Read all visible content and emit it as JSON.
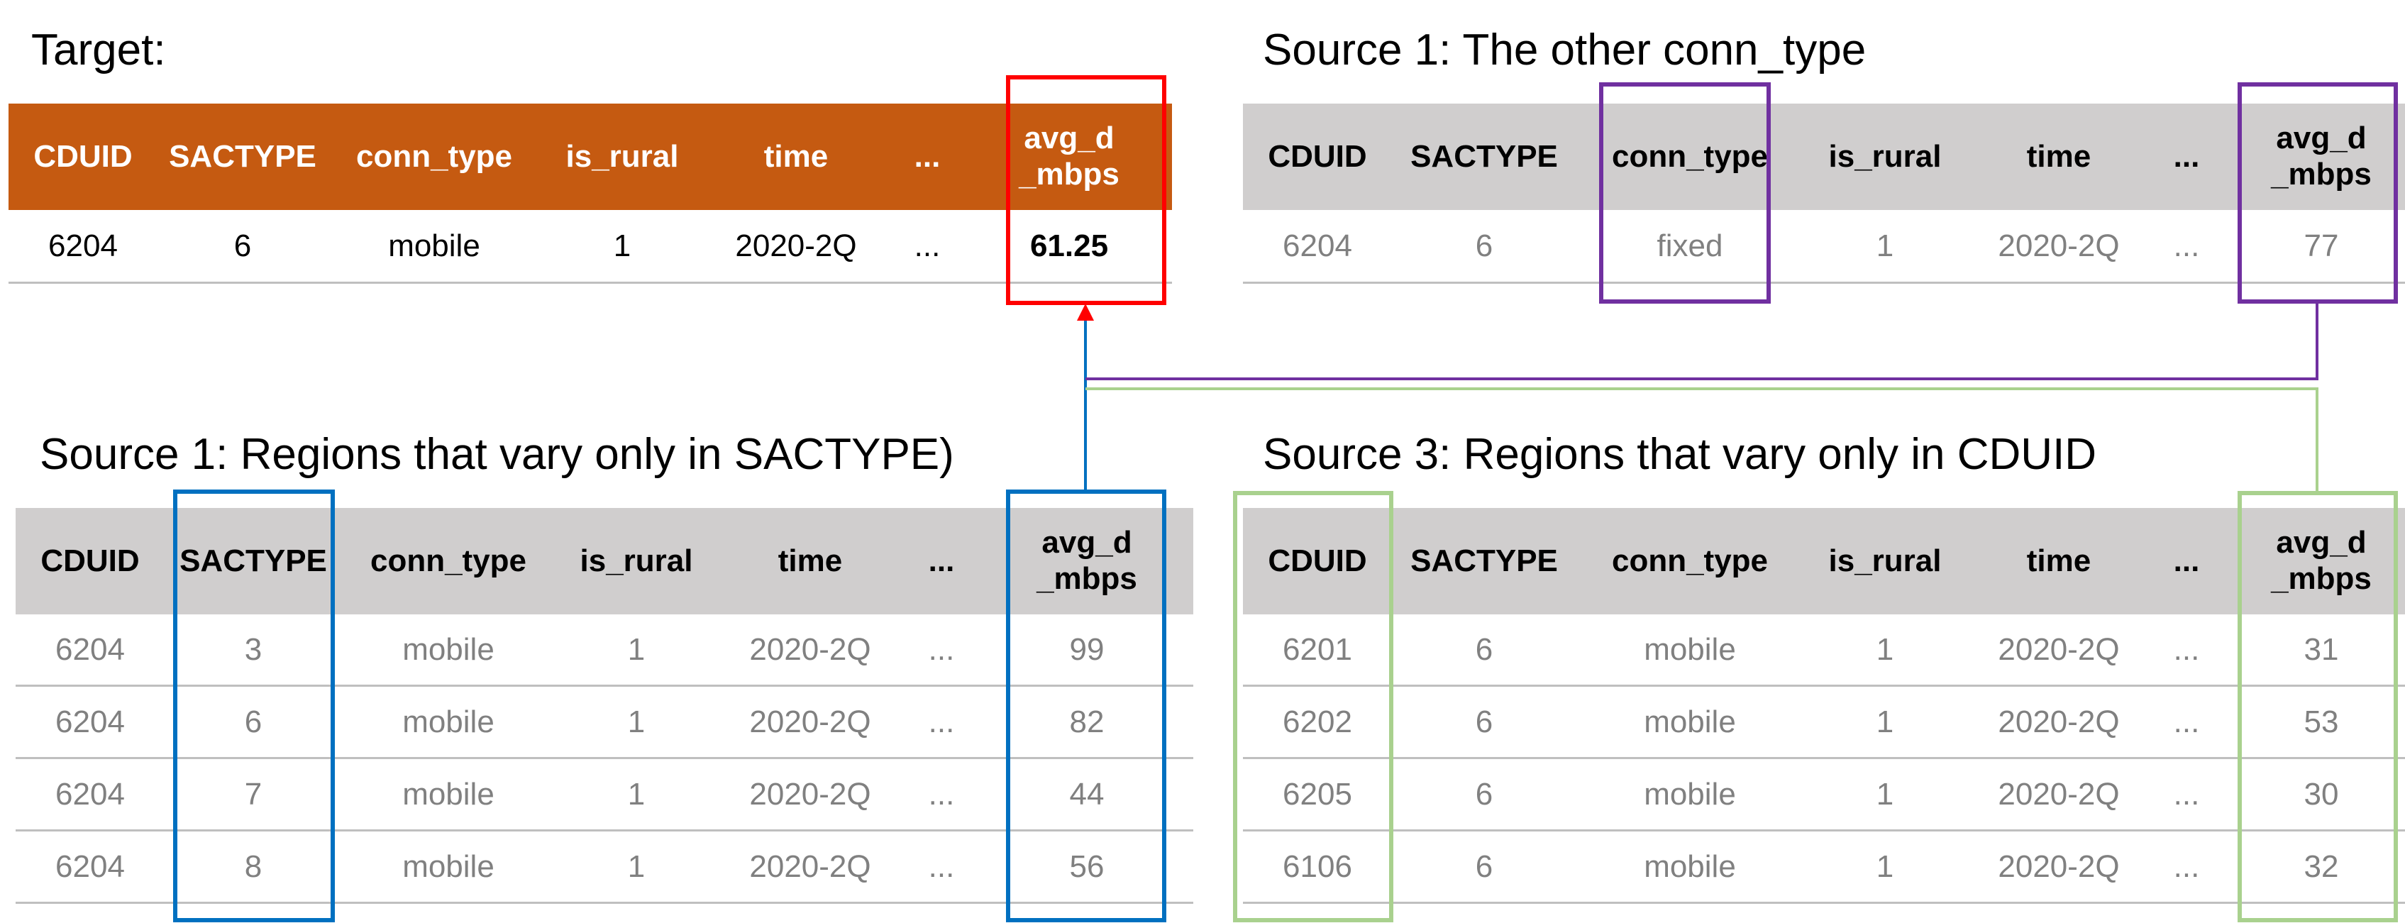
{
  "colors": {
    "target_header_bg": "#c55a11",
    "source_header_bg": "#d0cece",
    "target_text": "#000000",
    "source_text": "#808080",
    "highlight_red": "#ff0000",
    "highlight_purple": "#7030a0",
    "highlight_blue": "#0070c0",
    "highlight_green": "#a9d18e"
  },
  "target": {
    "title": "Target:",
    "headers": [
      "CDUID",
      "SACTYPE",
      "conn_type",
      "is_rural",
      "time",
      "...",
      "avg_d\n_mbps"
    ],
    "rows": [
      [
        "6204",
        "6",
        "mobile",
        "1",
        "2020-2Q",
        "...",
        "61.25"
      ]
    ]
  },
  "source_conn": {
    "title": "Source 1: The other conn_type",
    "headers": [
      "CDUID",
      "SACTYPE",
      "conn_type",
      "is_rural",
      "time",
      "...",
      "avg_d\n_mbps"
    ],
    "rows": [
      [
        "6204",
        "6",
        "fixed",
        "1",
        "2020-2Q",
        "...",
        "77"
      ]
    ]
  },
  "source_sactype": {
    "title": "Source 1: Regions that vary only in SACTYPE)",
    "headers": [
      "CDUID",
      "SACTYPE",
      "conn_type",
      "is_rural",
      "time",
      "...",
      "avg_d\n_mbps"
    ],
    "rows": [
      [
        "6204",
        "3",
        "mobile",
        "1",
        "2020-2Q",
        "...",
        "99"
      ],
      [
        "6204",
        "6",
        "mobile",
        "1",
        "2020-2Q",
        "...",
        "82"
      ],
      [
        "6204",
        "7",
        "mobile",
        "1",
        "2020-2Q",
        "...",
        "44"
      ],
      [
        "6204",
        "8",
        "mobile",
        "1",
        "2020-2Q",
        "...",
        "56"
      ]
    ]
  },
  "source_cduid": {
    "title": "Source 3: Regions that vary only in CDUID",
    "headers": [
      "CDUID",
      "SACTYPE",
      "conn_type",
      "is_rural",
      "time",
      "...",
      "avg_d\n_mbps"
    ],
    "rows": [
      [
        "6201",
        "6",
        "mobile",
        "1",
        "2020-2Q",
        "...",
        "31"
      ],
      [
        "6202",
        "6",
        "mobile",
        "1",
        "2020-2Q",
        "...",
        "53"
      ],
      [
        "6205",
        "6",
        "mobile",
        "1",
        "2020-2Q",
        "...",
        "30"
      ],
      [
        "6106",
        "6",
        "mobile",
        "1",
        "2020-2Q",
        "...",
        "32"
      ]
    ]
  }
}
